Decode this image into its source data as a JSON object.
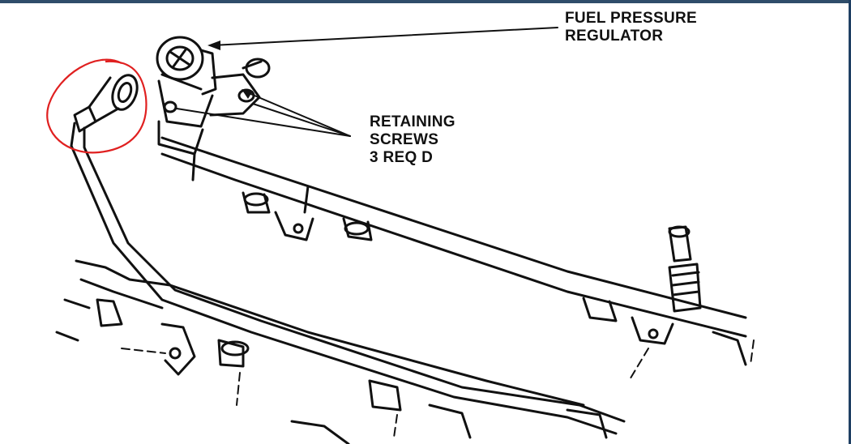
{
  "labels": {
    "fuel_pressure_regulator": [
      "FUEL PRESSURE",
      "REGULATOR"
    ],
    "retaining_screws": [
      "RETAINING",
      "SCREWS",
      "3 REQ D"
    ]
  },
  "colors": {
    "line_art": "#111111",
    "highlight_circle": "#e02020",
    "top_band": "#2f4d6a",
    "right_edge": "#1f3f63"
  }
}
